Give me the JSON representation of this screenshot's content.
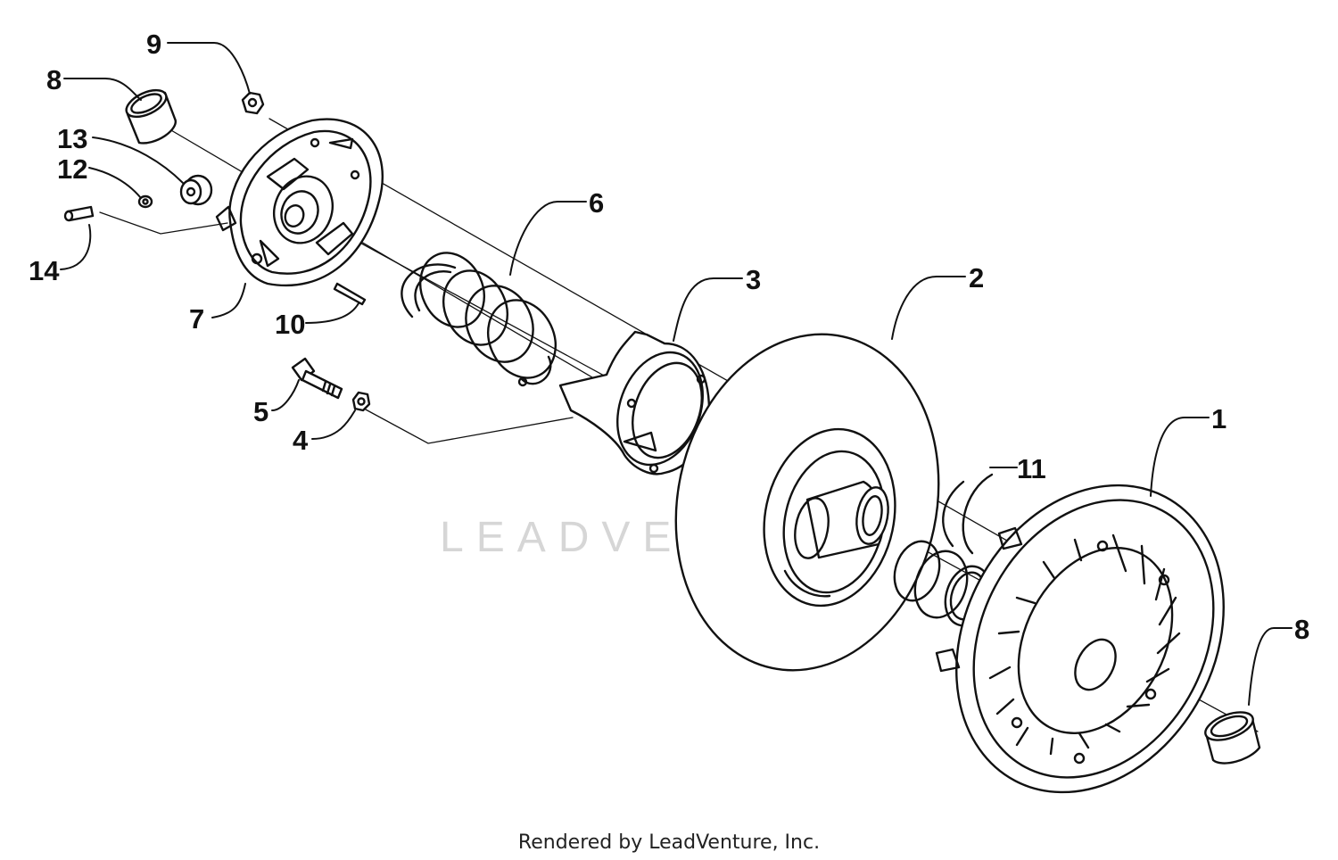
{
  "watermark": "LEADVENTURE",
  "credit": "Rendered by LeadVenture, Inc.",
  "callouts": {
    "c1": "1",
    "c2": "2",
    "c3": "3",
    "c4": "4",
    "c5": "5",
    "c6": "6",
    "c7": "7",
    "c8a": "8",
    "c8b": "8",
    "c9": "9",
    "c10": "10",
    "c11": "11",
    "c12": "12",
    "c13": "13",
    "c14": "14"
  }
}
